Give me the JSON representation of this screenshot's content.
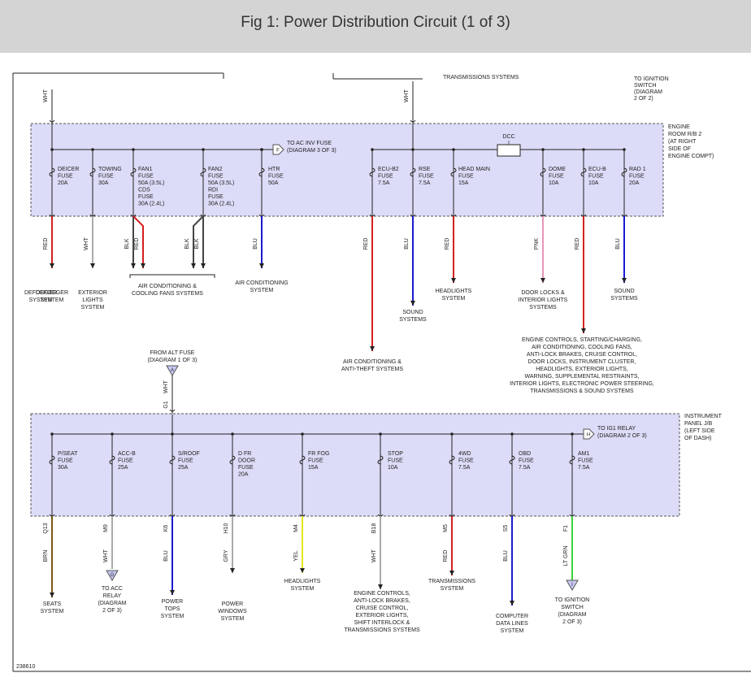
{
  "page": {
    "title": "Fig 1: Power Distribution Circuit (1 of 3)",
    "figure_id": "238610"
  },
  "top": {
    "transmissions": "TRANSMISSIONS SYSTEMS",
    "to_ignition": [
      "TO IGNITION",
      "SWITCH",
      "(DIAGRAM",
      "2 OF 2)"
    ],
    "wht_left": "WHT",
    "wht_right": "WHT"
  },
  "engine_box": {
    "label": [
      "ENGINE",
      "ROOM R/B 2",
      "(AT RIGHT",
      "SIDE OF",
      "ENGINE COMPT)"
    ],
    "to_ac_inv": [
      "TO AC INV FUSE",
      "(DIAGRAM 3 OF 3)"
    ],
    "to_ac_inv_conn": "F",
    "dcc": "DCC",
    "fuses": [
      {
        "lines": [
          "DEICER",
          "FUSE",
          "20A"
        ]
      },
      {
        "lines": [
          "TOWING",
          "FUSE",
          "30A"
        ]
      },
      {
        "lines": [
          "FAN1",
          "FUSE",
          "50A  (3.5L)",
          "CDS",
          "FUSE",
          "30A  (2.4L)"
        ]
      },
      {
        "lines": [
          "FAN2",
          "FUSE",
          "50A  (3.5L)",
          "RDI",
          "FUSE",
          "30A  (2.4L)"
        ]
      },
      {
        "lines": [
          "HTR",
          "FUSE",
          "50A"
        ]
      },
      {
        "lines": [
          "ECU-B2",
          "FUSE",
          "7.5A"
        ]
      },
      {
        "lines": [
          "RSE",
          "FUSE",
          "7.5A"
        ]
      },
      {
        "lines": [
          "HEAD MAIN",
          "FUSE",
          "15A"
        ]
      },
      {
        "lines": [
          "DOME",
          "FUSE",
          "10A"
        ]
      },
      {
        "lines": [
          "ECU-B",
          "FUSE",
          "10A"
        ]
      },
      {
        "lines": [
          "RAD 1",
          "FUSE",
          "20A"
        ]
      }
    ],
    "wires": [
      "RED",
      "WHT",
      "BLK",
      "RED",
      "BLK",
      "BLK",
      "BLU",
      "RED",
      "BLU",
      "RED",
      "PNK",
      "RED",
      "BLU"
    ],
    "destinations": {
      "defogger": [
        "DEFOGGER",
        "SYSTEM"
      ],
      "exterior": [
        "EXTERIOR",
        "LIGHTS",
        "SYSTEM"
      ],
      "ac_fans": [
        "AIR CONDITIONING &",
        "COOLING FANS SYSTEMS"
      ],
      "ac_system": [
        "AIR CONDITIONING",
        "SYSTEM"
      ],
      "sound1": [
        "SOUND",
        "SYSTEMS"
      ],
      "headlights": [
        "HEADLIGHTS",
        "SYSTEM"
      ],
      "door_locks": [
        "DOOR LOCKS &",
        "INTERIOR LIGHTS",
        "SYSTEMS"
      ],
      "sound2": [
        "SOUND",
        "SYSTEMS"
      ],
      "ac_anti_theft": [
        "AIR CONDITIONING &",
        "ANTI-THEFT SYSTEMS"
      ],
      "engine_controls": [
        "ENGINE CONTROLS, STARTING/CHARGING,",
        "AIR CONDITIONING, COOLING FANS,",
        "ANTI-LOCK BRAKES, CRUISE CONTROL,",
        "DOOR LOCKS, INSTRUMENT CLUSTER,",
        "HEADLIGHTS, EXTERIOR LIGHTS,",
        "WARNING, SUPPLEMENTAL RESTRAINTS,",
        "INTERIOR LIGHTS, ELECTRONIC POWER STEERING,",
        "TRANSMISSIONS & SOUND SYSTEMS"
      ]
    }
  },
  "alt": {
    "label": [
      "FROM ALT FUSE",
      "(DIAGRAM 1 OF 3)"
    ],
    "conn": "A",
    "wire": "WHT",
    "pin": "G1"
  },
  "panel_box": {
    "label": [
      "INSTRUMENT",
      "PANEL J/B",
      "(LEFT SIDE",
      "OF DASH)"
    ],
    "to_ig1": [
      "TO IG1 RELAY",
      "(DIAGRAM 2 OF 3)"
    ],
    "to_ig1_conn": "H",
    "fuses": [
      {
        "lines": [
          "P/SEAT",
          "FUSE",
          "30A"
        ]
      },
      {
        "lines": [
          "ACC-B",
          "FUSE",
          "25A"
        ]
      },
      {
        "lines": [
          "S/ROOF",
          "FUSE",
          "25A"
        ]
      },
      {
        "lines": [
          "D FR",
          "DOOR",
          "FUSE",
          "20A"
        ]
      },
      {
        "lines": [
          "FR FOG",
          "FUSE",
          "15A"
        ]
      },
      {
        "lines": [
          "STOP",
          "FUSE",
          "10A"
        ]
      },
      {
        "lines": [
          "4WD",
          "FUSE",
          "7.5A"
        ]
      },
      {
        "lines": [
          "OBD",
          "FUSE",
          "7.5A"
        ]
      },
      {
        "lines": [
          "AM1",
          "FUSE",
          "7.5A"
        ]
      }
    ],
    "pins": [
      "Q13",
      "M9",
      "K6",
      "H10",
      "M4",
      "B18",
      "M5",
      "S5",
      "F1"
    ],
    "wires": [
      "BRN",
      "WHT",
      "BLU",
      "GRY",
      "YEL",
      "WHT",
      "RED",
      "BLU",
      "LT GRN"
    ],
    "conn_g": "G",
    "conn_i": "I",
    "destinations": {
      "seats": [
        "SEATS",
        "SYSTEM"
      ],
      "acc_relay": [
        "TO ACC",
        "RELAY",
        "(DIAGRAM",
        "2 OF 3)"
      ],
      "power_tops": [
        "POWER",
        "TOPS",
        "SYSTEM"
      ],
      "power_windows": [
        "POWER",
        "WINDOWS",
        "SYSTEM"
      ],
      "headlights": [
        "HEADLIGHTS",
        "SYSTEM"
      ],
      "engine_controls": [
        "ENGINE CONTROLS,",
        "ANTI-LOCK BRAKES,",
        "CRUISE CONTROL,",
        "EXTERIOR LIGHTS,",
        "SHIFT INTERLOCK &",
        "TRANSMISSIONS SYSTEMS"
      ],
      "transmissions": [
        "TRANSMISSIONS",
        "SYSTEM"
      ],
      "computer_data": [
        "COMPUTER",
        "DATA LINES",
        "SYSTEM"
      ],
      "ignition_switch": [
        "TO IGNITION",
        "SWITCH",
        "(DIAGRAM",
        "2 OF 3)"
      ]
    }
  },
  "colors": {
    "box_fill": "#dcdcf8",
    "red": "#d42020",
    "blue": "#1a1ad0",
    "grey": "#aaaaaa",
    "black": "#444444",
    "pink": "#e896b8",
    "yellow": "#e6e61a",
    "brown": "#7a5a10",
    "green": "#3ad23a"
  }
}
